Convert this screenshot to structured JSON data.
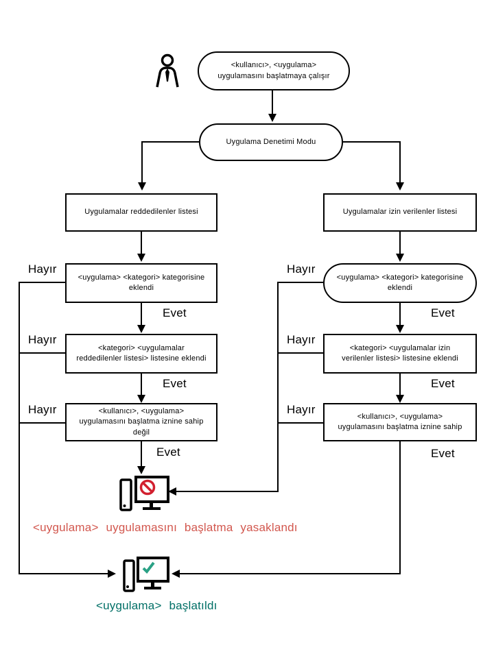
{
  "diagram": {
    "title_hint": "Application Control mode flowchart (Turkish)",
    "start_node": "<kullanıcı>, <uygulama> uygulamasını başlatmaya çalışır",
    "mode_node": "Uygulama Denetimi Modu",
    "left_branch": {
      "list_node": "Uygulamalar reddedilenler listesi",
      "category_node": "<uygulama> <kategori> kategorisine eklendi",
      "category_list_node": "<kategori> <uygulamalar reddedilenler listesi> listesine eklendi",
      "permission_node": "<kullanıcı>, <uygulama> uygulamasını başlatma iznine sahip değil"
    },
    "right_branch": {
      "list_node": "Uygulamalar izin verilenler listesi",
      "category_node": "<uygulama> <kategori> kategorisine eklendi",
      "category_list_node": "<kategori> <uygulamalar izin verilenler listesi> listesine eklendi",
      "permission_node": "<kullanıcı>, <uygulama> uygulamasını başlatma iznine sahip"
    },
    "labels": {
      "yes": "Evet",
      "no": "Hayır"
    },
    "outcomes": {
      "blocked": "<uygulama> uygulamasını başlatma yasaklandı",
      "started": "<uygulama> başlatıldı"
    },
    "icons": [
      "user-icon",
      "computer-blocked-icon",
      "computer-started-icon"
    ],
    "colors": {
      "line": "#000000",
      "blocked_text": "#d2574e",
      "started_text": "#006f66",
      "blocked_icon": "#d2202f",
      "check_icon": "#2aa185"
    }
  }
}
